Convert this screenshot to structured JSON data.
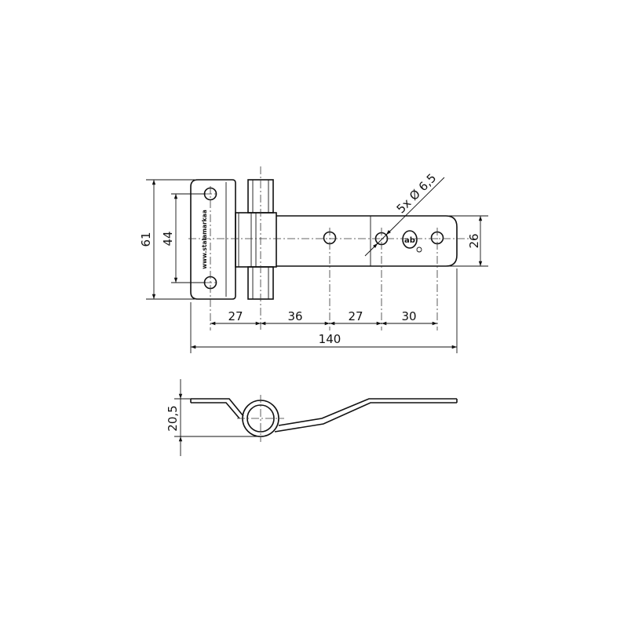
{
  "drawing": {
    "dimensions": {
      "overall_height": "61",
      "hole_spacing_vertical": "44",
      "leaf_height": "26",
      "dim_1": "27",
      "dim_2": "36",
      "dim_3": "27",
      "dim_4": "30",
      "overall_length": "140",
      "side_height": "20,5"
    },
    "hole_callout": "5x Ø 6,5",
    "engraved_text": "www.stalamarkaa"
  }
}
